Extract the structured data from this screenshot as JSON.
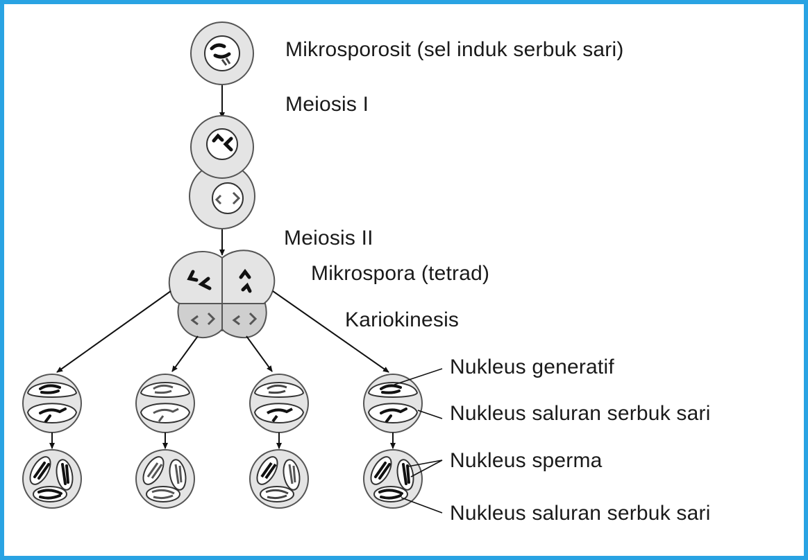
{
  "frame_color": "#29a3e3",
  "cell_fill": "#e4e4e4",
  "cell_dark_fill": "#cfcfcf",
  "labels": {
    "mikrosporosit": "Mikrosporosit (sel induk serbuk sari)",
    "meiosis1": "Meiosis I",
    "meiosis2": "Meiosis II",
    "mikrospora": "Mikrospora (tetrad)",
    "kariokinesis": "Kariokinesis",
    "nukleus_generatif": "Nukleus generatif",
    "nukleus_saluran_1": "Nukleus saluran serbuk sari",
    "nukleus_sperma": "Nukleus sperma",
    "nukleus_saluran_2": "Nukleus saluran serbuk sari"
  }
}
